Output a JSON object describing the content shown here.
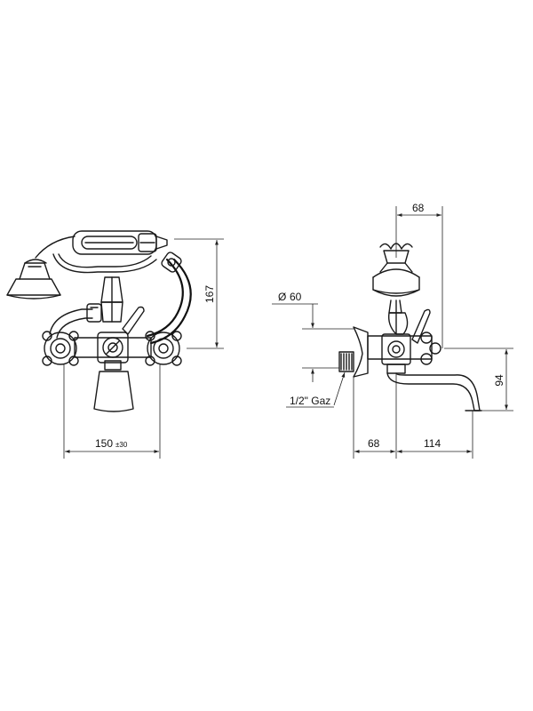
{
  "front_view": {
    "height_dim": "167",
    "width_dim": "150",
    "width_tolerance": "±30"
  },
  "side_view": {
    "top_width_dim": "68",
    "diameter_dim": "60",
    "diameter_symbol": "Ø",
    "connection_label": "1/2\" Gaz",
    "spout_height_dim": "94",
    "bottom_left_dim": "68",
    "bottom_right_dim": "114"
  }
}
